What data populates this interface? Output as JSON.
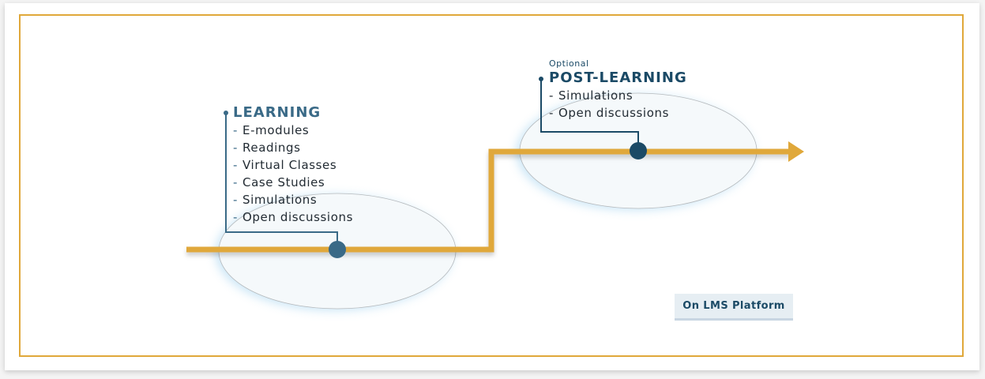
{
  "colors": {
    "path": "#e0a83a",
    "frame": "#e0a83a",
    "learning_accent": "#3a6a87",
    "post_learning_accent": "#1b4a66",
    "text": "#222b33",
    "badge_bg": "#e6eef3"
  },
  "learning": {
    "title": "LEARNING",
    "items": [
      "E-modules",
      "Readings",
      "Virtual Classes",
      "Case Studies",
      "Simulations",
      "Open discussions"
    ]
  },
  "post_learning": {
    "tag": "Optional",
    "title": "POST-LEARNING",
    "items": [
      "Simulations",
      "Open discussions"
    ]
  },
  "item_prefix": "-",
  "badge": {
    "label": "On LMS Platform"
  }
}
